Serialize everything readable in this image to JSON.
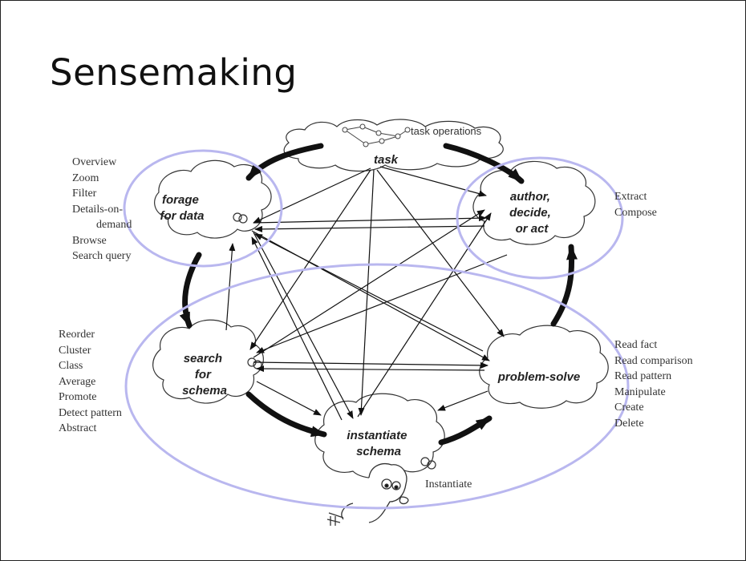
{
  "slide": {
    "title": "Sensemaking"
  },
  "diagram": {
    "task_operations": "task operations",
    "nodes": {
      "task": "task",
      "forage": [
        "forage",
        "for data"
      ],
      "author": [
        "author,",
        "decide,",
        "or act"
      ],
      "search": [
        "search",
        "for",
        "schema"
      ],
      "problem": "problem-solve",
      "instantiate": [
        "instantiate",
        "schema"
      ]
    },
    "instantiate_label": "Instantiate",
    "left_top_list": [
      "Overview",
      "Zoom",
      "Filter",
      "Details-on-",
      "demand",
      "Browse",
      "Search query"
    ],
    "left_bottom_list": [
      "Reorder",
      "Cluster",
      "Class",
      "Average",
      "Promote",
      "Detect pattern",
      "Abstract"
    ],
    "right_top_list": [
      "Extract",
      "Compose"
    ],
    "right_bottom_list": [
      "Read fact",
      "Read comparison",
      "Read pattern",
      "Manipulate",
      "Create",
      "Delete"
    ],
    "highlight_color": "#b9b7ef"
  }
}
